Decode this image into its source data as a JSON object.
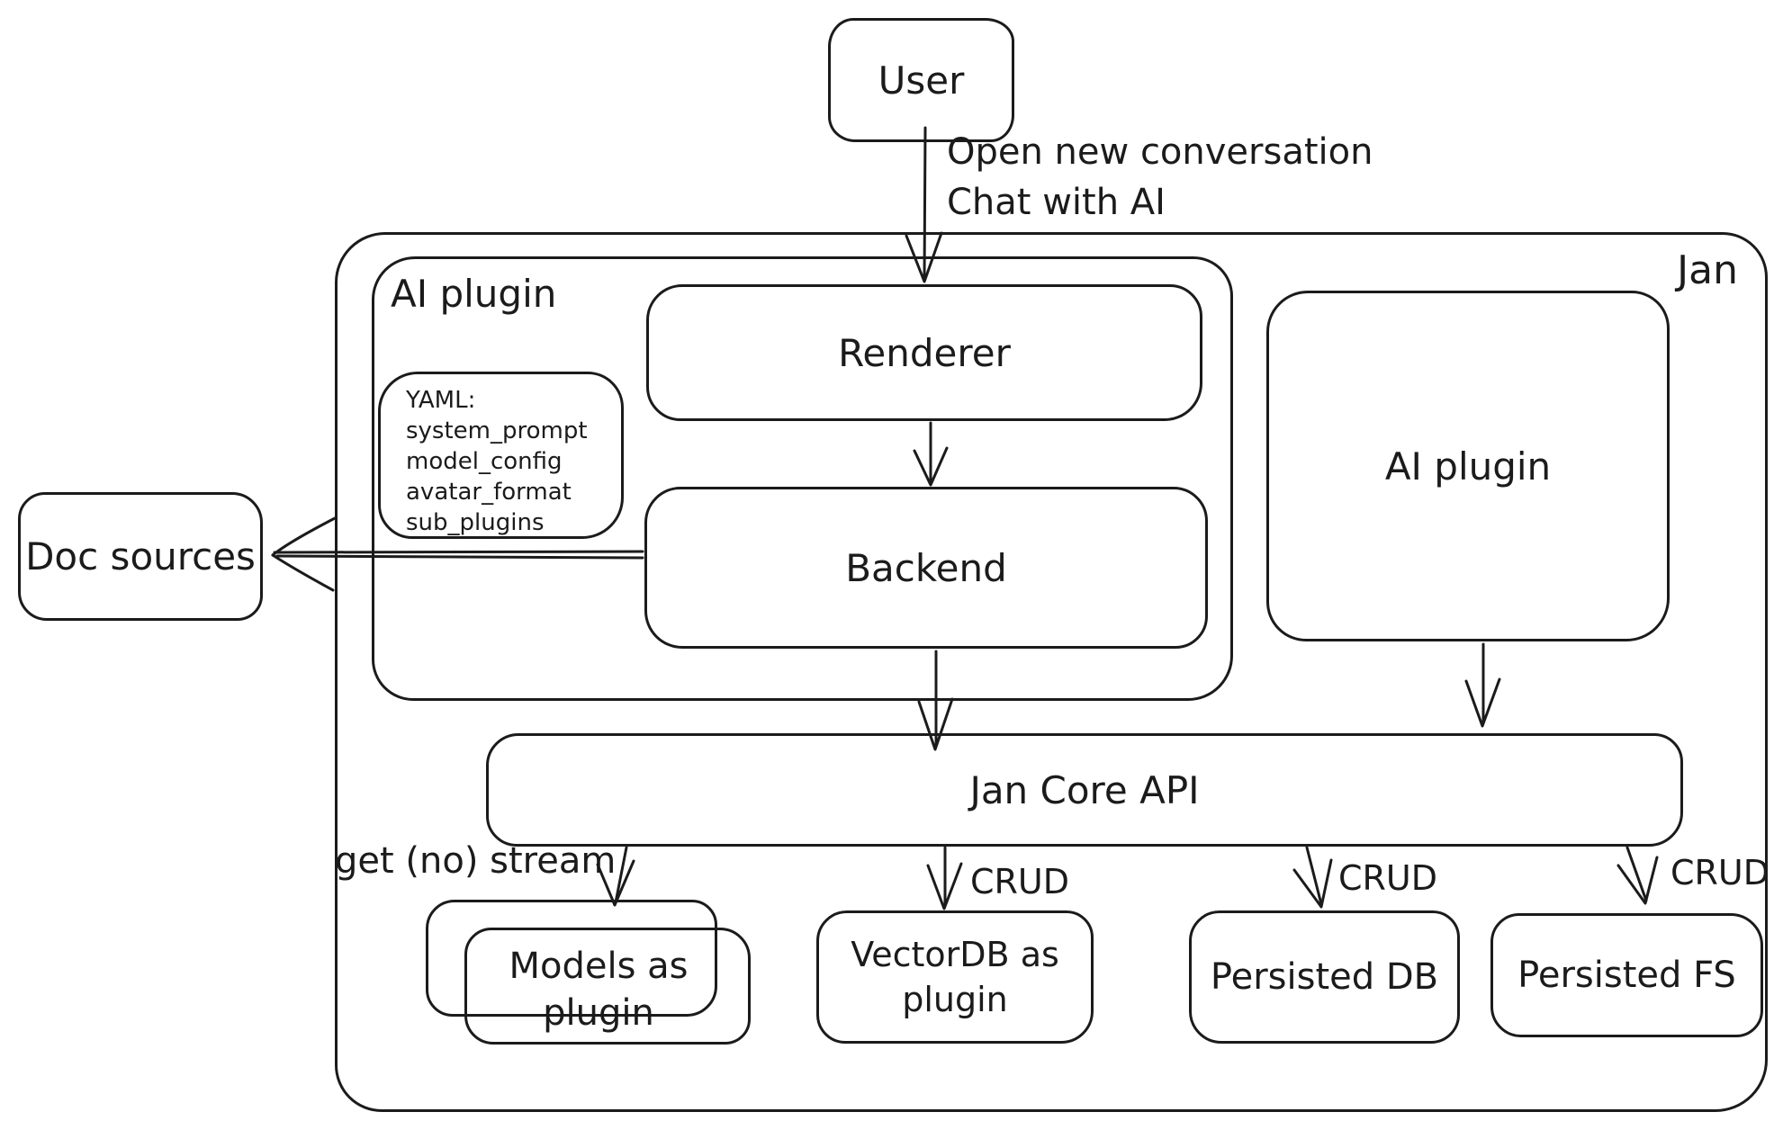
{
  "diagram": {
    "nodes": {
      "user": {
        "label": "User"
      },
      "jan_container": {
        "label": "Jan"
      },
      "ai_plugin_left": {
        "label": "AI plugin"
      },
      "renderer": {
        "label": "Renderer"
      },
      "yaml_note": {
        "title": "YAML:",
        "lines": [
          "system_prompt",
          "model_config",
          "avatar_format",
          "sub_plugins"
        ]
      },
      "backend": {
        "label": "Backend"
      },
      "doc_sources": {
        "label": "Doc sources"
      },
      "ai_plugin_right": {
        "label": "AI plugin"
      },
      "jan_core_api": {
        "label": "Jan Core API"
      },
      "models_as_plugin": {
        "label": "Models as plugin"
      },
      "vectordb_as_plugin": {
        "label": "VectorDB as plugin"
      },
      "persisted_db": {
        "label": "Persisted DB"
      },
      "persisted_fs": {
        "label": "Persisted FS"
      }
    },
    "edges": {
      "user_to_renderer": {
        "label_line1": "Open new conversation",
        "label_line2": "Chat with AI"
      },
      "jan_core_to_models": {
        "label": "get (no) stream"
      },
      "jan_core_to_vectordb": {
        "label": "CRUD"
      },
      "jan_core_to_persisted_db": {
        "label": "CRUD"
      },
      "jan_core_to_persisted_fs": {
        "label": "CRUD"
      }
    },
    "colors": {
      "stroke": "#1b1b1b",
      "background": "#ffffff"
    }
  }
}
